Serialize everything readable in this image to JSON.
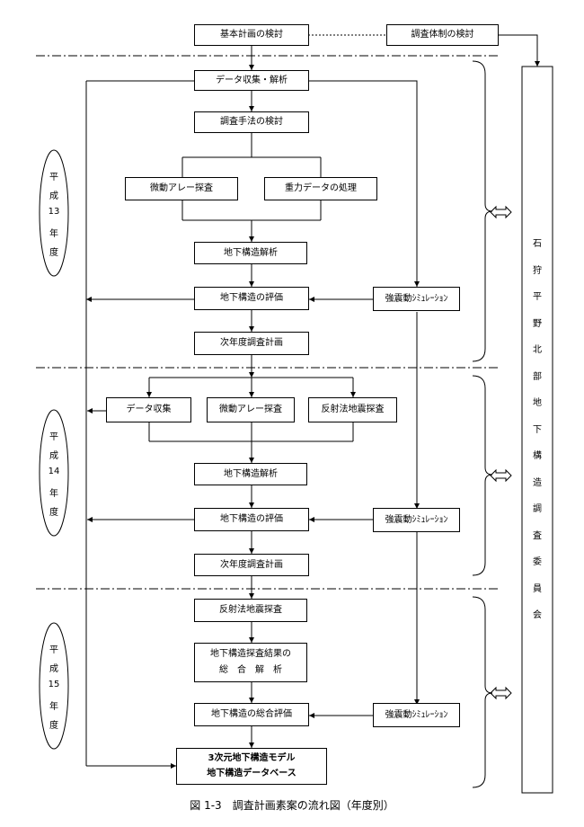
{
  "boxes": {
    "kihon": "基本計画の検討",
    "taisei": "調査体制の検討",
    "data1": "データ収集・解析",
    "shuhou": "調査手法の検討",
    "bidou1": "微動アレー探査",
    "juryoku": "重力データの処理",
    "kaiseki1": "地下構造解析",
    "hyoka1": "地下構造の評価",
    "kyoshin1": "強震動ｼﾐｭﾚｰｼｮﾝ",
    "jinendo1": "次年度調査計画",
    "data2": "データ収集",
    "bidou2": "微動アレー探査",
    "hansha2": "反射法地震探査",
    "kaiseki2": "地下構造解析",
    "hyoka2": "地下構造の評価",
    "kyoshin2": "強震動ｼﾐｭﾚｰｼｮﾝ",
    "jinendo2": "次年度調査計画",
    "hansha3": "反射法地震探査",
    "sogo_line1": "地下構造探査結果の",
    "sogo_line2": "総　合　解　析",
    "sogohyoka": "地下構造の総合評価",
    "kyoshin3": "強震動ｼﾐｭﾚｰｼｮﾝ",
    "final_line1": "3次元地下構造モデル",
    "final_line2": "地下構造データベース"
  },
  "years": [
    [
      "平",
      "成",
      "13",
      "年",
      "度"
    ],
    [
      "平",
      "成",
      "14",
      "年",
      "度"
    ],
    [
      "平",
      "成",
      "15",
      "年",
      "度"
    ]
  ],
  "committee": [
    "石",
    "狩",
    "平",
    "野",
    "北",
    "部",
    "地",
    "下",
    "構",
    "造",
    "調",
    "査",
    "委",
    "員",
    "会"
  ],
  "caption": "図 1-3　調査計画素案の流れ図（年度別）"
}
